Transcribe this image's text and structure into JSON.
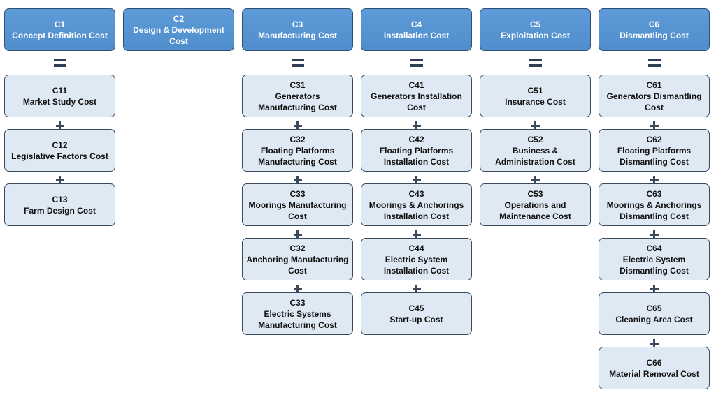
{
  "columns": [
    {
      "code": "C1",
      "label": "Concept Definition Cost",
      "items": [
        {
          "code": "C11",
          "label": "Market Study Cost"
        },
        {
          "code": "C12",
          "label": "Legislative Factors Cost"
        },
        {
          "code": "C13",
          "label": "Farm Design Cost"
        }
      ]
    },
    {
      "code": "C2",
      "label": "Design & Development Cost",
      "items": []
    },
    {
      "code": "C3",
      "label": "Manufacturing Cost",
      "items": [
        {
          "code": "C31",
          "label": "Generators Manufacturing Cost"
        },
        {
          "code": "C32",
          "label": "Floating Platforms Manufacturing Cost"
        },
        {
          "code": "C33",
          "label": "Moorings Manufacturing Cost"
        },
        {
          "code": "C32",
          "label": "Anchoring Manufacturing Cost"
        },
        {
          "code": "C33",
          "label": "Electric Systems Manufacturing Cost"
        }
      ]
    },
    {
      "code": "C4",
      "label": "Installation Cost",
      "items": [
        {
          "code": "C41",
          "label": "Generators Installation Cost"
        },
        {
          "code": "C42",
          "label": "Floating Platforms Installation Cost"
        },
        {
          "code": "C43",
          "label": "Moorings & Anchorings Installation Cost"
        },
        {
          "code": "C44",
          "label": "Electric System Installation Cost"
        },
        {
          "code": "C45",
          "label": "Start-up Cost"
        }
      ]
    },
    {
      "code": "C5",
      "label": "Exploitation Cost",
      "items": [
        {
          "code": "C51",
          "label": "Insurance Cost"
        },
        {
          "code": "C52",
          "label": "Business & Administration Cost"
        },
        {
          "code": "C53",
          "label": "Operations and Maintenance Cost"
        }
      ]
    },
    {
      "code": "C6",
      "label": "Dismantling Cost",
      "items": [
        {
          "code": "C61",
          "label": "Generators Dismantling Cost"
        },
        {
          "code": "C62",
          "label": "Floating Platforms Dismantling Cost"
        },
        {
          "code": "C63",
          "label": "Moorings & Anchorings Dismantling Cost"
        },
        {
          "code": "C64",
          "label": "Electric System Dismantling Cost"
        },
        {
          "code": "C65",
          "label": "Cleaning Area Cost"
        },
        {
          "code": "C66",
          "label": "Material Removal Cost"
        }
      ]
    }
  ],
  "colors": {
    "header_fill": "#5b98d6",
    "header_border": "#2f4f73",
    "box_fill": "#dfe9f4",
    "box_border": "#3a4a5c",
    "operator": "#2e3f55"
  }
}
